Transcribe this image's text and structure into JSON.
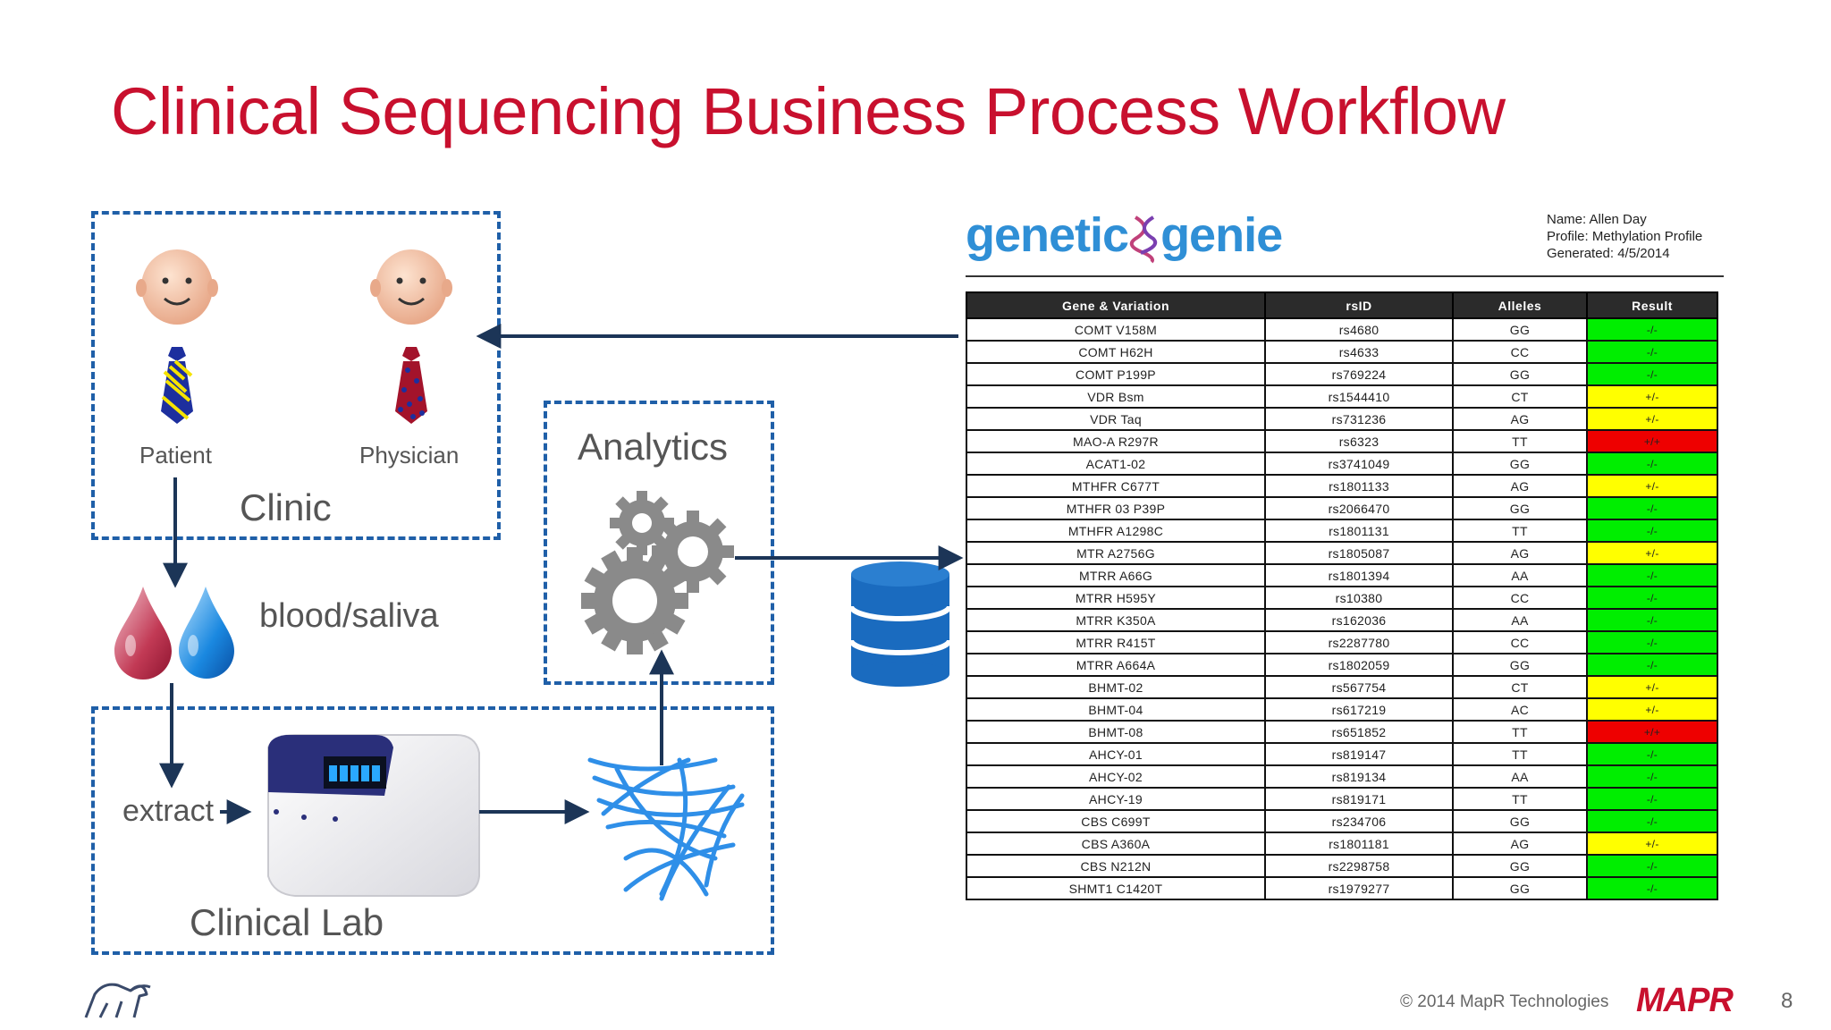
{
  "title": "Clinical Sequencing Business Process Workflow",
  "clinic": {
    "label": "Clinic",
    "patient_label": "Patient",
    "physician_label": "Physician"
  },
  "sample_label": "blood/saliva",
  "extract_label": "extract",
  "analytics_label": "Analytics",
  "lab_label": "Clinical Lab",
  "report": {
    "logo_left": "genetic",
    "logo_right": "genie",
    "meta": {
      "name": "Name: Allen Day",
      "profile": "Profile: Methylation Profile",
      "generated": "Generated: 4/5/2014"
    },
    "columns": [
      "Gene & Variation",
      "rsID",
      "Alleles",
      "Result"
    ],
    "colors": {
      "green": "#00ee00",
      "yellow": "#ffff00",
      "red": "#ee0000"
    },
    "rows": [
      {
        "gene": "COMT V158M",
        "rsid": "rs4680",
        "alleles": "GG",
        "result": "-/-",
        "status": "green"
      },
      {
        "gene": "COMT H62H",
        "rsid": "rs4633",
        "alleles": "CC",
        "result": "-/-",
        "status": "green"
      },
      {
        "gene": "COMT P199P",
        "rsid": "rs769224",
        "alleles": "GG",
        "result": "-/-",
        "status": "green"
      },
      {
        "gene": "VDR Bsm",
        "rsid": "rs1544410",
        "alleles": "CT",
        "result": "+/-",
        "status": "yellow"
      },
      {
        "gene": "VDR Taq",
        "rsid": "rs731236",
        "alleles": "AG",
        "result": "+/-",
        "status": "yellow"
      },
      {
        "gene": "MAO-A R297R",
        "rsid": "rs6323",
        "alleles": "TT",
        "result": "+/+",
        "status": "red"
      },
      {
        "gene": "ACAT1-02",
        "rsid": "rs3741049",
        "alleles": "GG",
        "result": "-/-",
        "status": "green"
      },
      {
        "gene": "MTHFR C677T",
        "rsid": "rs1801133",
        "alleles": "AG",
        "result": "+/-",
        "status": "yellow"
      },
      {
        "gene": "MTHFR 03 P39P",
        "rsid": "rs2066470",
        "alleles": "GG",
        "result": "-/-",
        "status": "green"
      },
      {
        "gene": "MTHFR A1298C",
        "rsid": "rs1801131",
        "alleles": "TT",
        "result": "-/-",
        "status": "green"
      },
      {
        "gene": "MTR A2756G",
        "rsid": "rs1805087",
        "alleles": "AG",
        "result": "+/-",
        "status": "yellow"
      },
      {
        "gene": "MTRR A66G",
        "rsid": "rs1801394",
        "alleles": "AA",
        "result": "-/-",
        "status": "green"
      },
      {
        "gene": "MTRR H595Y",
        "rsid": "rs10380",
        "alleles": "CC",
        "result": "-/-",
        "status": "green"
      },
      {
        "gene": "MTRR K350A",
        "rsid": "rs162036",
        "alleles": "AA",
        "result": "-/-",
        "status": "green"
      },
      {
        "gene": "MTRR R415T",
        "rsid": "rs2287780",
        "alleles": "CC",
        "result": "-/-",
        "status": "green"
      },
      {
        "gene": "MTRR A664A",
        "rsid": "rs1802059",
        "alleles": "GG",
        "result": "-/-",
        "status": "green"
      },
      {
        "gene": "BHMT-02",
        "rsid": "rs567754",
        "alleles": "CT",
        "result": "+/-",
        "status": "yellow"
      },
      {
        "gene": "BHMT-04",
        "rsid": "rs617219",
        "alleles": "AC",
        "result": "+/-",
        "status": "yellow"
      },
      {
        "gene": "BHMT-08",
        "rsid": "rs651852",
        "alleles": "TT",
        "result": "+/+",
        "status": "red"
      },
      {
        "gene": "AHCY-01",
        "rsid": "rs819147",
        "alleles": "TT",
        "result": "-/-",
        "status": "green"
      },
      {
        "gene": "AHCY-02",
        "rsid": "rs819134",
        "alleles": "AA",
        "result": "-/-",
        "status": "green"
      },
      {
        "gene": "AHCY-19",
        "rsid": "rs819171",
        "alleles": "TT",
        "result": "-/-",
        "status": "green"
      },
      {
        "gene": "CBS C699T",
        "rsid": "rs234706",
        "alleles": "GG",
        "result": "-/-",
        "status": "green"
      },
      {
        "gene": "CBS A360A",
        "rsid": "rs1801181",
        "alleles": "AG",
        "result": "+/-",
        "status": "yellow"
      },
      {
        "gene": "CBS N212N",
        "rsid": "rs2298758",
        "alleles": "GG",
        "result": "-/-",
        "status": "green"
      },
      {
        "gene": "SHMT1 C1420T",
        "rsid": "rs1979277",
        "alleles": "GG",
        "result": "-/-",
        "status": "green"
      }
    ]
  },
  "footer": {
    "copyright": "© 2014 MapR Technologies",
    "brand": "MAPR",
    "page_number": "8"
  },
  "colors": {
    "title": "#c8102e",
    "box_border": "#1f5fa8",
    "arrow": "#1c3557",
    "database": "#1a6bbf"
  }
}
